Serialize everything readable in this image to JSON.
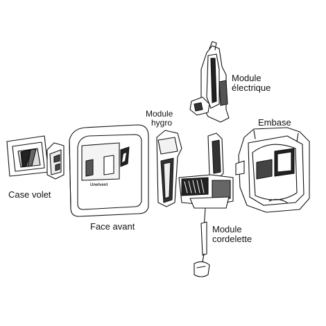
{
  "labels": {
    "case_volet": "Case volet",
    "face_avant": "Face avant",
    "module_hygro": [
      "Module",
      "hygro"
    ],
    "module_electrique": [
      "Module",
      "électrique"
    ],
    "embase": "Embase",
    "module_cordelette": [
      "Module",
      "cordelette"
    ],
    "brand_logo": "Unelvent"
  },
  "colors": {
    "ink": "#111111",
    "background": "#ffffff"
  }
}
